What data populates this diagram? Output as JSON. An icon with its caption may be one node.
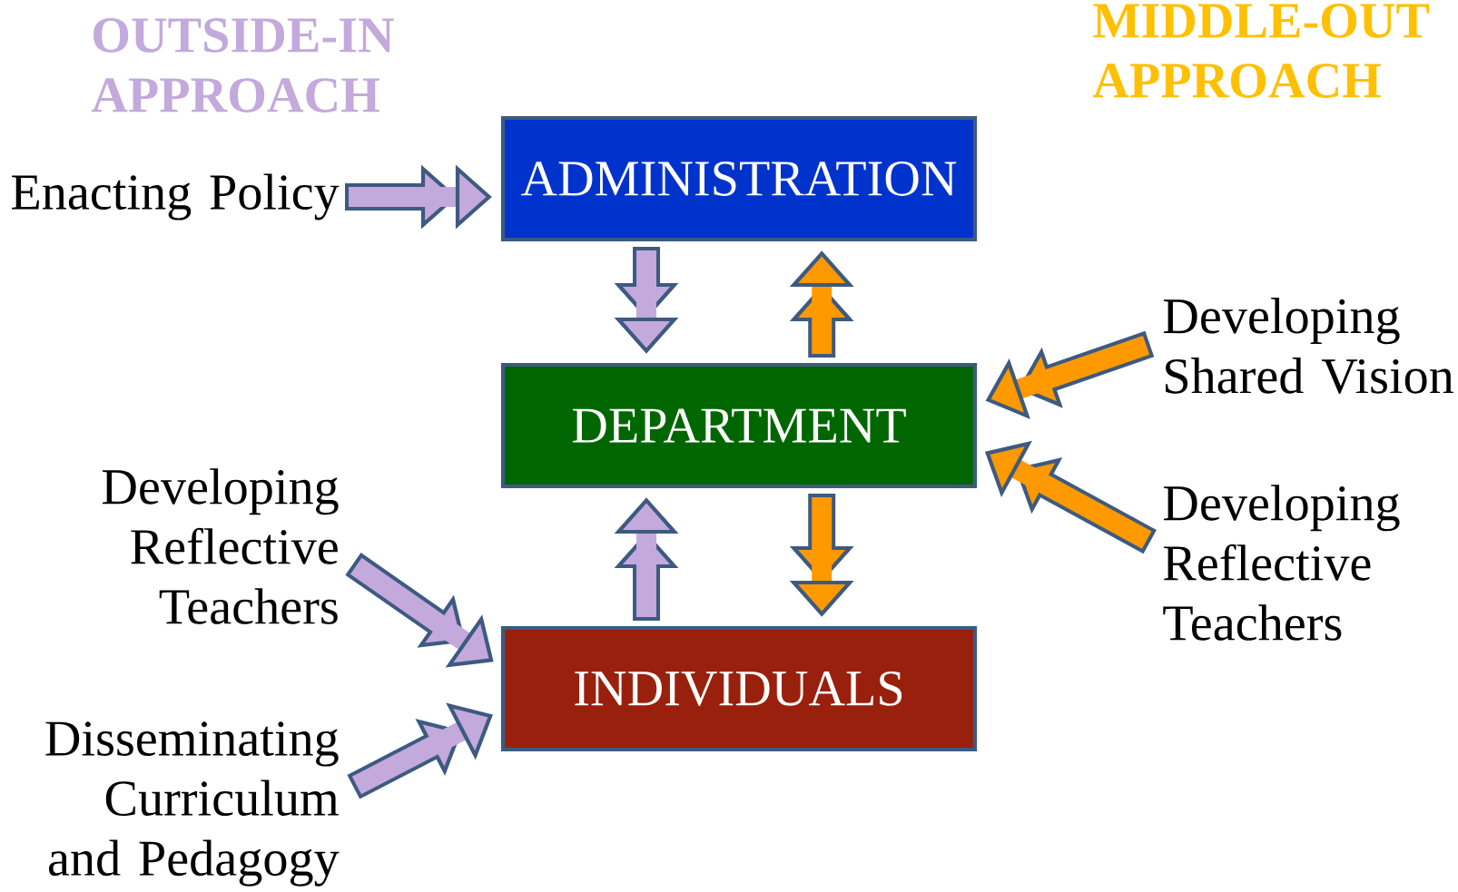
{
  "diagram": {
    "nodes": [
      {
        "text": [
          "ADMINISTRATION"
        ]
      },
      {
        "text": [
          "DEPARTMENT"
        ]
      },
      {
        "text": [
          "INDIVIDUALS"
        ]
      },
      {
        "text": [
          "Enacting Policy"
        ]
      },
      {
        "text": [
          "Developing Reflective Teachers"
        ]
      },
      {
        "text": [
          "Disseminating Curriculum and Pedagogy"
        ]
      },
      {
        "text": [
          "Developing Shared Vision"
        ]
      },
      {
        "text": [
          "Developing Reflective Teachers"
        ]
      }
    ],
    "edges": [
      {
        "from": 3,
        "to": 0,
        "arrow": "to"
      },
      {
        "from": 0,
        "to": 1,
        "arrow": "to"
      },
      {
        "from": 1,
        "to": 0,
        "arrow": "to",
        "color": "#ff9900"
      },
      {
        "from": 2,
        "to": 1,
        "arrow": "to"
      },
      {
        "from": 1,
        "to": 2,
        "arrow": "to",
        "color": "#ff9900"
      },
      {
        "from": 4,
        "to": 2,
        "arrow": "to"
      },
      {
        "from": 5,
        "to": 2,
        "arrow": "to"
      },
      {
        "from": 6,
        "to": 1,
        "arrow": "to",
        "color": "#ff9900"
      },
      {
        "from": 7,
        "to": 1,
        "arrow": "to",
        "color": "#ff9900"
      }
    ],
    "labels": [
      "OUTSIDE-IN APPROACH",
      "MIDDLE-OUT APPROACH"
    ]
  }
}
